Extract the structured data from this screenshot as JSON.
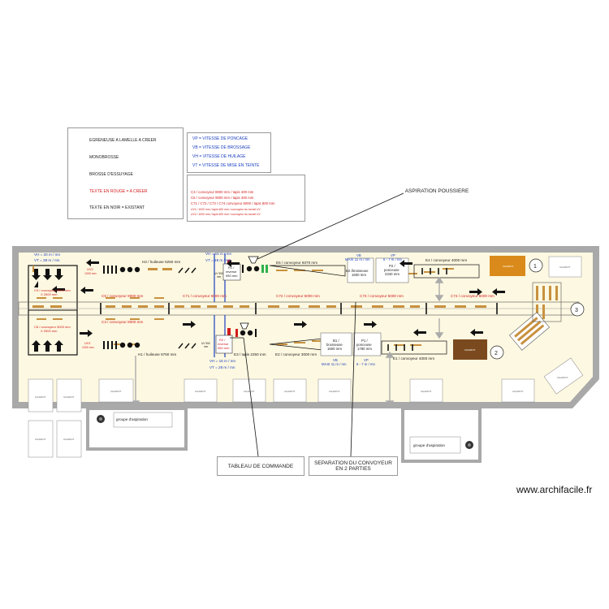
{
  "legend": {
    "rows": [
      {
        "icon": "green-bar-icon",
        "label": "EGRENEUSE A LAMELLE A CREER"
      },
      {
        "icon": "black-dot-icon",
        "label": "MONOBROSSE"
      },
      {
        "icon": "black-bar-icon",
        "label": "BROSSE D'ESSUYAGE"
      },
      {
        "icon": "",
        "label": "TEXTE EN ROUGE = A CREER"
      },
      {
        "icon": "",
        "label": "TEXTE EN NOIR = EXISTANT"
      }
    ]
  },
  "speeds": [
    "VP = VITESSE DE PONCAGE",
    "VB = VITESSE DE BROSSAGE",
    "VH = VITESSE DE HUILAGE",
    "VT = VITESSE DE MISE EN TEINTE"
  ],
  "notes": [
    "C3 / convoyeur 8000 mm / tapis 400 mm",
    "C6 / convoyeur 9000 mm / tapis 400 mm",
    "C71 / C72 / C73 / C74 convoyeur 5000 / tapis 800 mm",
    "UV1 / 1000 mm / tapis 600 mm / convoyeur du tunnel UV",
    "UV2 / 1000 mm / tapis 600 mm / convoyeur du tunnel UV"
  ],
  "callouts": {
    "aspiration": "ASPIRATION POUSSIERE",
    "tableau": "TABLEAU DE COMMANDE",
    "separation_1": "SEPARATION DU CONVOYEUR",
    "separation_2": "EN 2 PARTIES"
  },
  "plan": {
    "vh_left": "VH = 20 m / mn",
    "vt_left": "VT = 38 m / mn",
    "c9": "C9 / convoyeur 3000 mm",
    "c9_sub": "X 2500 mm",
    "c8": "C8 / convoyeur 3000 mm",
    "c8_sub": "X 2500 mm",
    "uv2": "UV2",
    "uv2_sub": "1000 mm",
    "uv1": "UV1",
    "uv1_sub": "1000 mm",
    "h2": "H2 / huileuse 6250 mm",
    "h1": "H1 / huileuse 6750 mm",
    "c6": "C6 / convoyeur 9000 mm",
    "c3": "C3 / convoyeur 8000 mm",
    "c71": "C71 / convoyeur 5000 mm",
    "c72": "C72 / convoyeur 5000 mm",
    "c73": "C73 / convoyeur 5000 mm",
    "c74": "C74 / convoyeur 5000 mm",
    "vh_top": "VH = 15 m / mn",
    "vt_top": "VT = 28 m / mn",
    "vh_bot": "VH = 15 m / mn",
    "vt_bot": "VT = 28 m / mn",
    "r1_a": "R1 /",
    "r1_b": "reverse",
    "r1_c": "950 mm",
    "r2_a": "R2 /",
    "r2_b": "reverse",
    "r2_c": "950 mm",
    "uv950a": "UV 950",
    "uv950a_sub": "mm",
    "uv950b": "UV 950",
    "uv950b_sub": "mm",
    "e5": "E5 / convoyeur 6070 mm",
    "e3": "E3 / tapis 2250 mm",
    "e2": "E2 / convoyeur 3000 mm",
    "b2_a": "B2 /brosseuse",
    "b2_b": "1600 mm",
    "b1_a": "B1 /",
    "b1_b": "brosseuse",
    "b1_c": "1600 mm",
    "vb_top": "VB",
    "vb_top_sub": "MAXI 11 m / mn",
    "vb_bot": "VB",
    "vb_bot_sub": "MAXI 11 m / mn",
    "vp_top": "VP",
    "vp_top_sub": "6 - 7 m / mn",
    "vp_bot": "VP",
    "vp_bot_sub": "6 - 7 m / mn",
    "p2_a": "P2 /",
    "p2_b": "ponceuse",
    "p2_c": "2340 mm",
    "p1_a": "P1 /",
    "p1_b": "ponceuse",
    "p1_c": "1780 mm",
    "e4": "E4 / convoyeur 4000 mm",
    "e1": "E1 / convoyeur 4000 mm",
    "zone1": "1",
    "zone2": "2",
    "zone3": "3",
    "chariot": "CHARIOT",
    "groupe_left": "groupe d'aspiration",
    "groupe_right": "groupe d'aspiration"
  },
  "watermark": "www.archifacile.fr",
  "colors": {
    "wall": "#a9a9a9",
    "floor": "#fdf8e1",
    "board": "#c8913f",
    "red": "#d21c1c",
    "blue": "#1a3fc0",
    "green": "#2db24a",
    "orange": "#d98a1a",
    "brown": "#7a4a1e"
  }
}
